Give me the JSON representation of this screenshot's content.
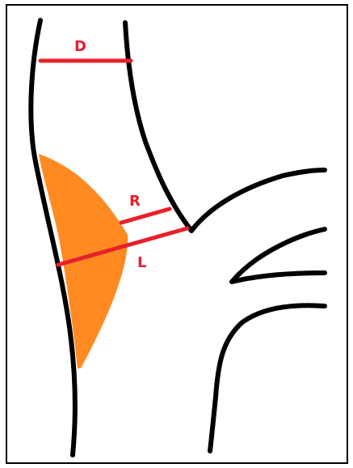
{
  "diagram": {
    "labels": {
      "top_diameter": "D",
      "upper_segment": "R",
      "lower_segment": "L"
    },
    "colors": {
      "vessel_outline": "#000000",
      "measure_lines": "#e8202a",
      "label_text": "#e8202a",
      "mass_fill": "#ff8a22",
      "background": "#ffffff"
    }
  }
}
